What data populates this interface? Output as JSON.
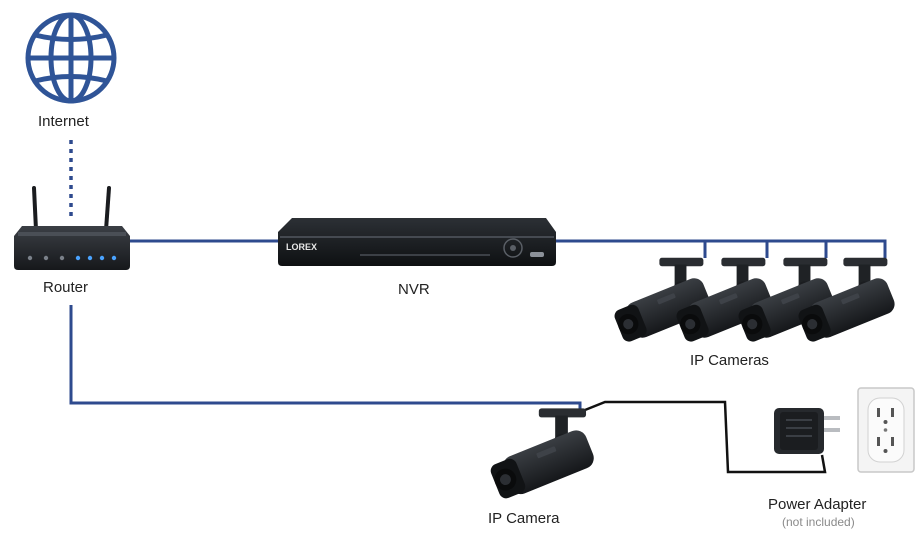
{
  "diagram": {
    "colors": {
      "network_cable": "#2e4a8e",
      "power_cable": "#111111",
      "device_body": "#1e2124",
      "globe": "#2f5497",
      "led_blue": "#4aa3ff"
    },
    "nodes": {
      "internet": {
        "label": "Internet",
        "icon": "globe-icon"
      },
      "router": {
        "label": "Router",
        "icon": "router-icon"
      },
      "nvr": {
        "label": "NVR",
        "brand": "LOREX",
        "icon": "nvr-icon"
      },
      "ip_cameras": {
        "label": "IP Cameras",
        "count": 4,
        "icon": "bullet-camera-icon"
      },
      "ip_camera": {
        "label": "IP Camera",
        "icon": "bullet-camera-icon"
      },
      "power_adapter": {
        "label": "Power Adapter",
        "note": "(not included)",
        "icon": "power-adapter-icon"
      },
      "outlet": {
        "icon": "wall-outlet-icon"
      }
    },
    "connections": [
      {
        "from": "internet",
        "to": "router",
        "style": "dotted"
      },
      {
        "from": "router",
        "to": "nvr",
        "style": "network"
      },
      {
        "from": "nvr",
        "to": "ip_cameras",
        "style": "network"
      },
      {
        "from": "router",
        "to": "ip_camera",
        "style": "network"
      },
      {
        "from": "ip_camera",
        "to": "power_adapter",
        "style": "power"
      },
      {
        "from": "power_adapter",
        "to": "outlet",
        "style": "plug"
      }
    ]
  }
}
